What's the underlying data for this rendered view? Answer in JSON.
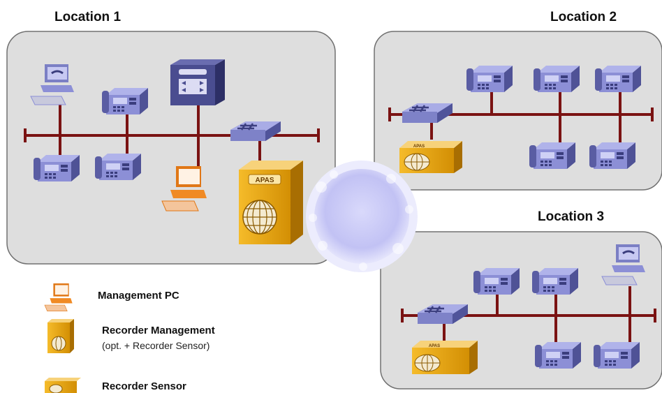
{
  "locations": [
    {
      "title": "Location 1"
    },
    {
      "title": "Location 2"
    },
    {
      "title": "Location 3"
    }
  ],
  "device_label": "APAS",
  "legend": {
    "management_pc": "Management PC",
    "recorder_management": "Recorder Management",
    "recorder_management_sub": "(opt. + Recorder Sensor)",
    "recorder_sensor": "Recorder Sensor"
  },
  "colors": {
    "bus": "#7a1212",
    "panel_fill": "#dedede",
    "panel_stroke": "#707070",
    "phone": "#8c8fd6",
    "switch": "#8a8ed2",
    "recorder": "#e8a40c",
    "pc_orange": "#f08a24",
    "cloud": "#c9c9f5"
  },
  "icons": [
    "ip-phone-icon",
    "workstation-icon",
    "ethernet-switch-icon",
    "gateway-icon",
    "recorder-server-icon",
    "network-cloud-icon"
  ]
}
